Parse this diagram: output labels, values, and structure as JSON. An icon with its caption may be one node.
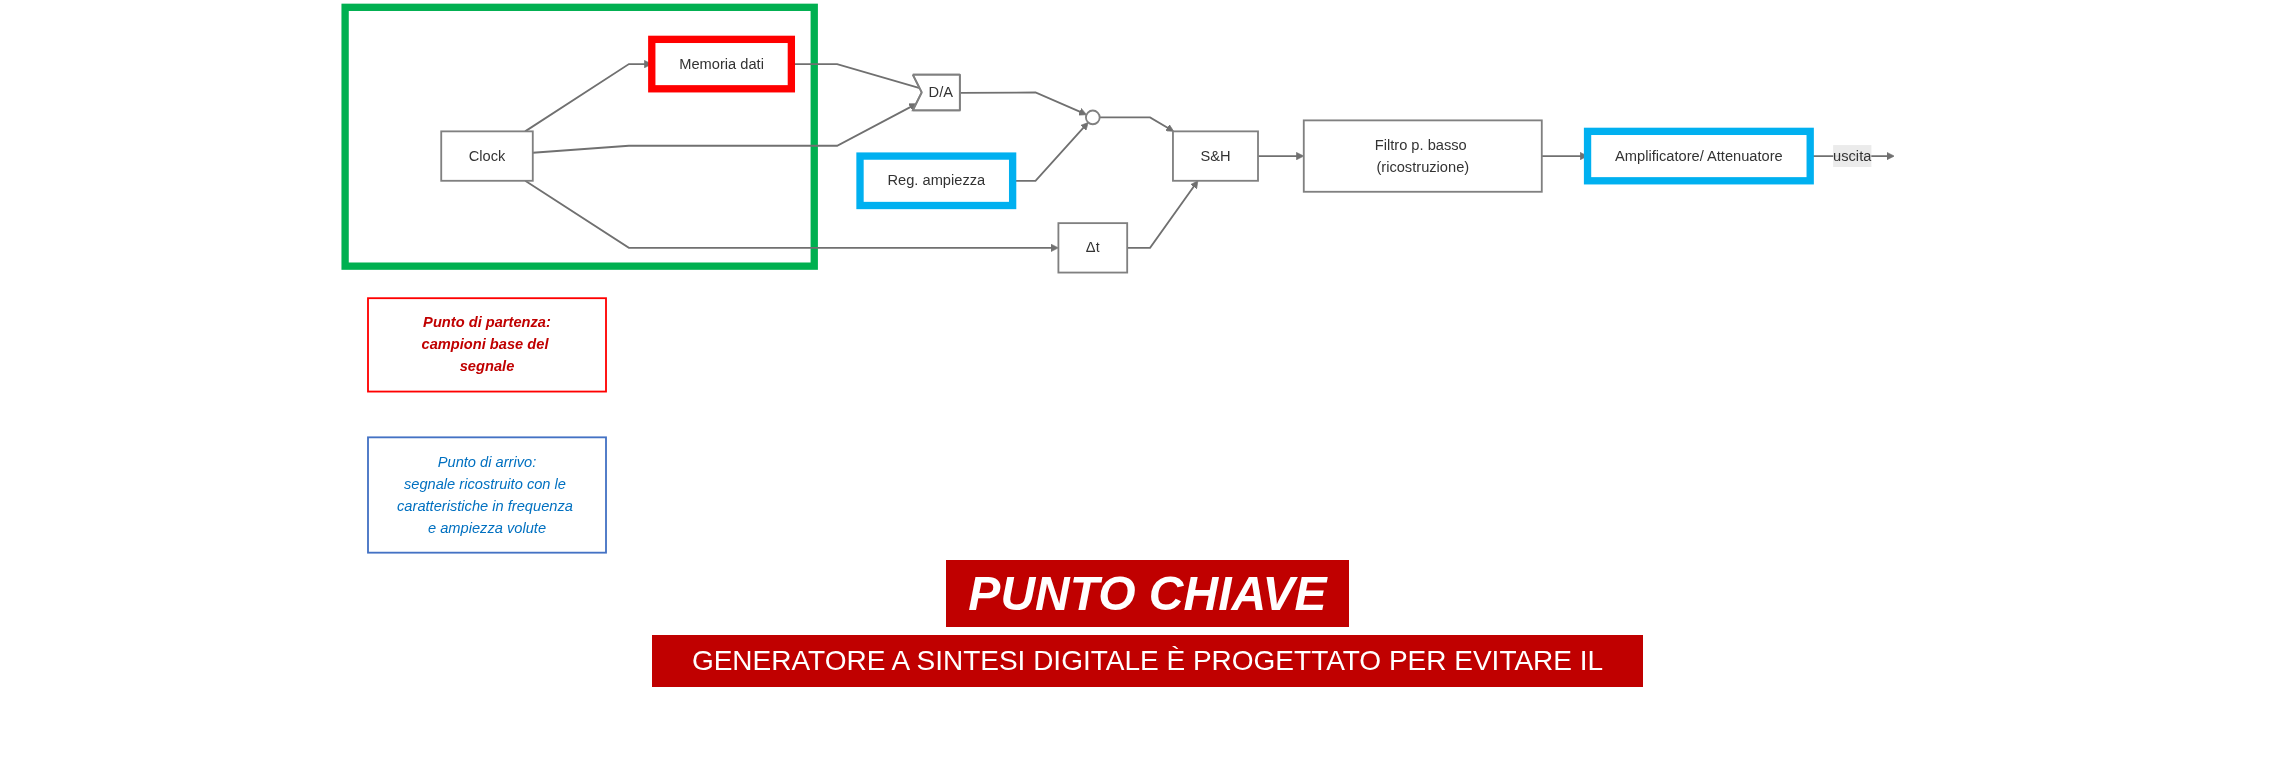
{
  "diagram": {
    "nodes": [
      {
        "text": [
          "Punto di partenza:",
          "campioni base del segnale"
        ]
      },
      {
        "text": [],
        "shape": "box"
      },
      {
        "text": [
          "Memoria dati"
        ],
        "in": 1
      },
      {
        "text": [
          "Clock"
        ],
        "in": 1
      },
      {
        "text": [
          "D/A"
        ]
      },
      {
        "text": [
          "Reg. ampiezza"
        ]
      },
      {
        "text": [],
        "shape": "circle"
      },
      {
        "text": [
          "S&H"
        ]
      },
      {
        "text": [
          "Δt"
        ]
      },
      {
        "text": [
          "Filtro p. basso (ricostruzione)"
        ]
      },
      {
        "text": [
          "Punto di arrivo:",
          "segnale ricostruito con le caratteristiche in frequenza e ampiezza volute"
        ]
      },
      {
        "text": [
          "Amplificatore/ Attenuatore"
        ]
      }
    ],
    "edges": [
      {
        "from": 3,
        "to": 2,
        "arrow": "to"
      },
      {
        "from": 2,
        "to": 4,
        "arrow": "none"
      },
      {
        "from": 3,
        "to": 4,
        "arrow": "to"
      },
      {
        "from": 3,
        "to": 8,
        "arrow": "to"
      },
      {
        "from": 4,
        "to": 6,
        "arrow": "to"
      },
      {
        "from": 5,
        "to": 6,
        "arrow": "to"
      },
      {
        "from": 6,
        "to": 7,
        "arrow": "to"
      },
      {
        "from": 8,
        "to": 7,
        "arrow": "to"
      },
      {
        "from": 7,
        "to": 9,
        "arrow": "to"
      },
      {
        "from": 9,
        "to": 11,
        "arrow": "to"
      },
      {
        "from": 11,
        "to": null,
        "arrow": "to",
        "label": "uscita"
      }
    ],
    "labels": [
      "PUNTO CHIAVE",
      "GENERATORE A SINTESI DIGITALE È PROGETTATO PER EVITARE IL"
    ]
  }
}
